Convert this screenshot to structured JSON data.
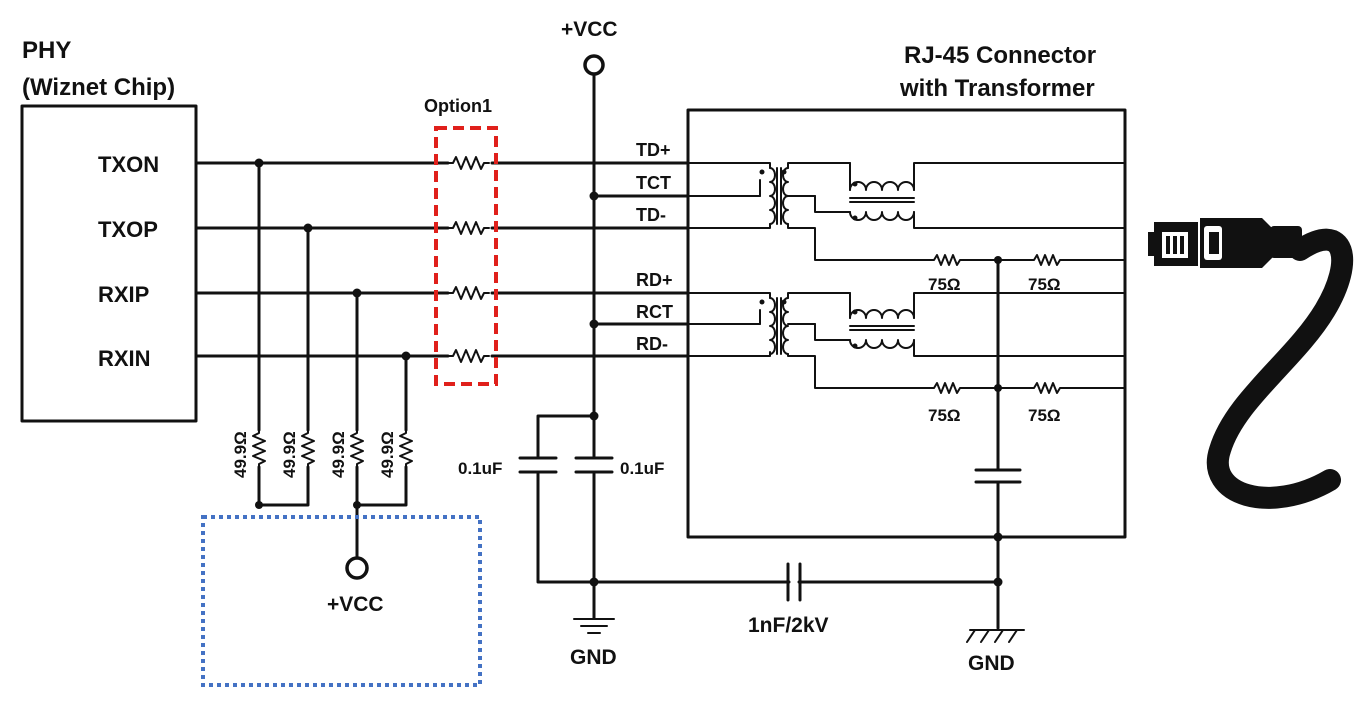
{
  "phy": {
    "title_line1": "PHY",
    "title_line2": "(Wiznet Chip)",
    "pins": [
      "TXON",
      "TXOP",
      "RXIP",
      "RXIN"
    ]
  },
  "rj45": {
    "title_line1": "RJ-45 Connector",
    "title_line2": "with Transformer",
    "signals": [
      "TD+",
      "TCT",
      "TD-",
      "RD+",
      "RCT",
      "RD-"
    ],
    "termination_resistors": [
      "75Ω",
      "75Ω",
      "75Ω",
      "75Ω"
    ]
  },
  "option_label": "Option1",
  "bias_resistors": [
    "49.9Ω",
    "49.9Ω",
    "49.9Ω",
    "49.9Ω"
  ],
  "capacitors": {
    "decoupling_left": "0.1uF",
    "decoupling_right": "0.1uF",
    "chassis": "1nF/2kV"
  },
  "power": {
    "vcc_top": "+VCC",
    "vcc_bottom": "+VCC",
    "gnd_left": "GND",
    "gnd_right": "GND"
  },
  "colors": {
    "wire": "#111111",
    "option_box": "#e0201b",
    "bias_box": "#4472c4"
  },
  "icons": [
    "ethernet-cable-icon"
  ]
}
